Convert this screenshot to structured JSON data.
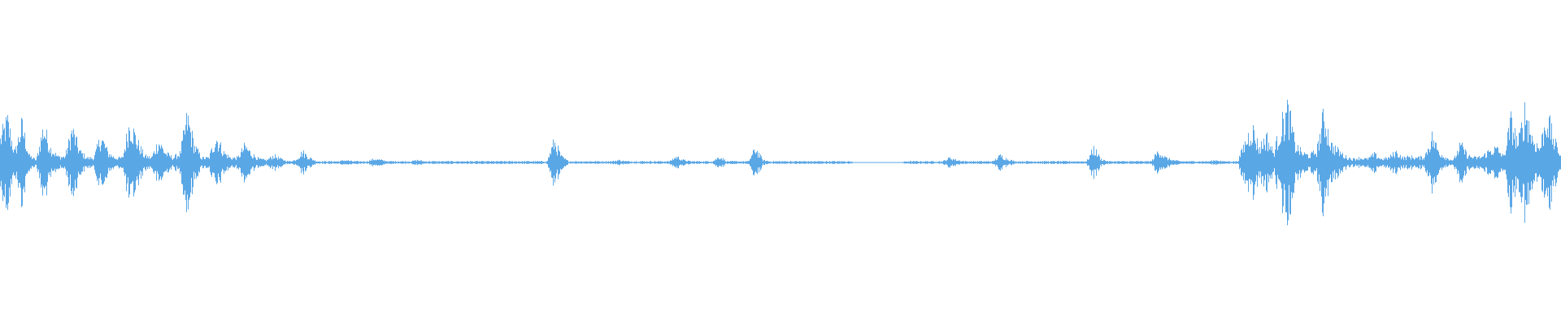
{
  "waveform": {
    "color": "#5aa7e6",
    "background": "#ffffff",
    "envelope": [
      0.2,
      0.35,
      0.08,
      0.32,
      0.06,
      0.02,
      0.3,
      0.12,
      0.05,
      0.05,
      0.28,
      0.1,
      0.04,
      0.04,
      0.22,
      0.08,
      0.04,
      0.04,
      0.35,
      0.18,
      0.06,
      0.04,
      0.18,
      0.08,
      0.04,
      0.08,
      0.38,
      0.14,
      0.04,
      0.04,
      0.22,
      0.09,
      0.04,
      0.04,
      0.14,
      0.07,
      0.03,
      0.02,
      0.06,
      0.03,
      0.01,
      0.02,
      0.09,
      0.04,
      0.01,
      0.01,
      0.01,
      0.01,
      0.02,
      0.01,
      0.01,
      0.01,
      0.03,
      0.02,
      0.01,
      0.01,
      0.01,
      0.01,
      0.02,
      0.01,
      0.01,
      0.01,
      0.01,
      0.01,
      0.01,
      0.01,
      0.01,
      0.01,
      0.01,
      0.01,
      0.01,
      0.01,
      0.01,
      0.01,
      0.01,
      0.01,
      0.01,
      0.18,
      0.05,
      0.01,
      0.01,
      0.01,
      0.01,
      0.01,
      0.01,
      0.01,
      0.02,
      0.01,
      0.01,
      0.01,
      0.01,
      0.01,
      0.01,
      0.01,
      0.05,
      0.02,
      0.01,
      0.01,
      0.01,
      0.01,
      0.05,
      0.01,
      0.01,
      0.01,
      0.01,
      0.12,
      0.02,
      0.01,
      0.01,
      0.01,
      0.01,
      0.01,
      0.01,
      0.01,
      0.01,
      0.01,
      0.01,
      0.01,
      0.01,
      0.0,
      0.0,
      0.0,
      0.0,
      0.0,
      0.0,
      0.0,
      0.01,
      0.01,
      0.01,
      0.01,
      0.01,
      0.01,
      0.04,
      0.02,
      0.01,
      0.01,
      0.01,
      0.01,
      0.01,
      0.06,
      0.03,
      0.01,
      0.01,
      0.01,
      0.01,
      0.01,
      0.01,
      0.01,
      0.01,
      0.01,
      0.01,
      0.01,
      0.12,
      0.03,
      0.01,
      0.01,
      0.01,
      0.01,
      0.01,
      0.01,
      0.01,
      0.1,
      0.04,
      0.02,
      0.01,
      0.01,
      0.01,
      0.01,
      0.01,
      0.02,
      0.01,
      0.01,
      0.01,
      0.16,
      0.3,
      0.12,
      0.22,
      0.08,
      0.3,
      0.45,
      0.15,
      0.08,
      0.06,
      0.1,
      0.4,
      0.15,
      0.1,
      0.05,
      0.03,
      0.04,
      0.03,
      0.07,
      0.03,
      0.04,
      0.09,
      0.04,
      0.05,
      0.04,
      0.05,
      0.22,
      0.09,
      0.04,
      0.02,
      0.15,
      0.06,
      0.04,
      0.05,
      0.1,
      0.12,
      0.05,
      0.35,
      0.16,
      0.45,
      0.2,
      0.12,
      0.4,
      0.18,
      0.06
    ]
  }
}
